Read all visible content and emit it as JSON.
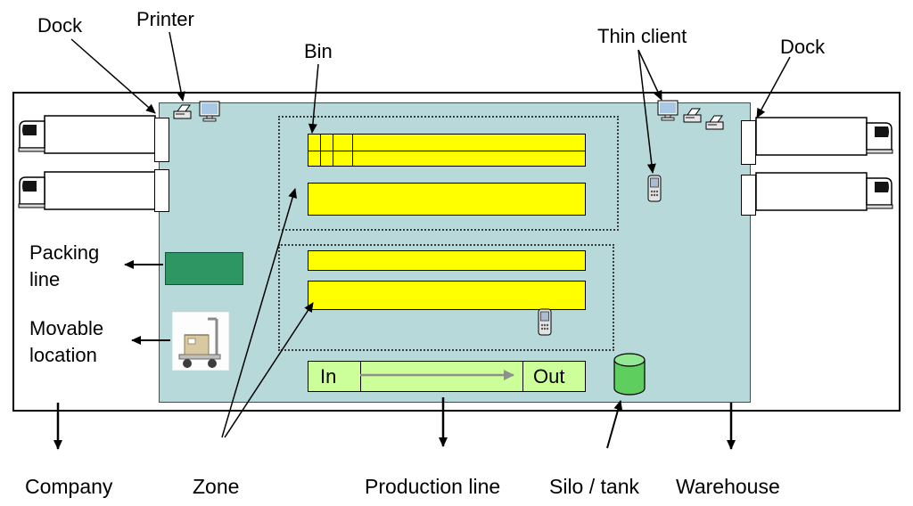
{
  "callouts": {
    "dock_left": "Dock",
    "printer": "Printer",
    "bin": "Bin",
    "thin_client": "Thin client",
    "dock_right": "Dock",
    "packing_line": "Packing line",
    "movable_location": "Movable location"
  },
  "bottom_labels": {
    "company": "Company",
    "zone": "Zone",
    "production_line": "Production line",
    "silo_tank": "Silo / tank",
    "warehouse": "Warehouse"
  },
  "production_line": {
    "in_label": "In",
    "out_label": "Out"
  },
  "colors": {
    "warehouse_fill": "#b7d9da",
    "bin_fill": "#ffff00",
    "production_fill": "#ccff99",
    "packing_fill": "#2e9663",
    "silo_fill": "#5ecf5e",
    "silo_top_fill": "#93e893",
    "arrow_color": "#000000",
    "flow_arrow_color": "#8f8f8f"
  }
}
